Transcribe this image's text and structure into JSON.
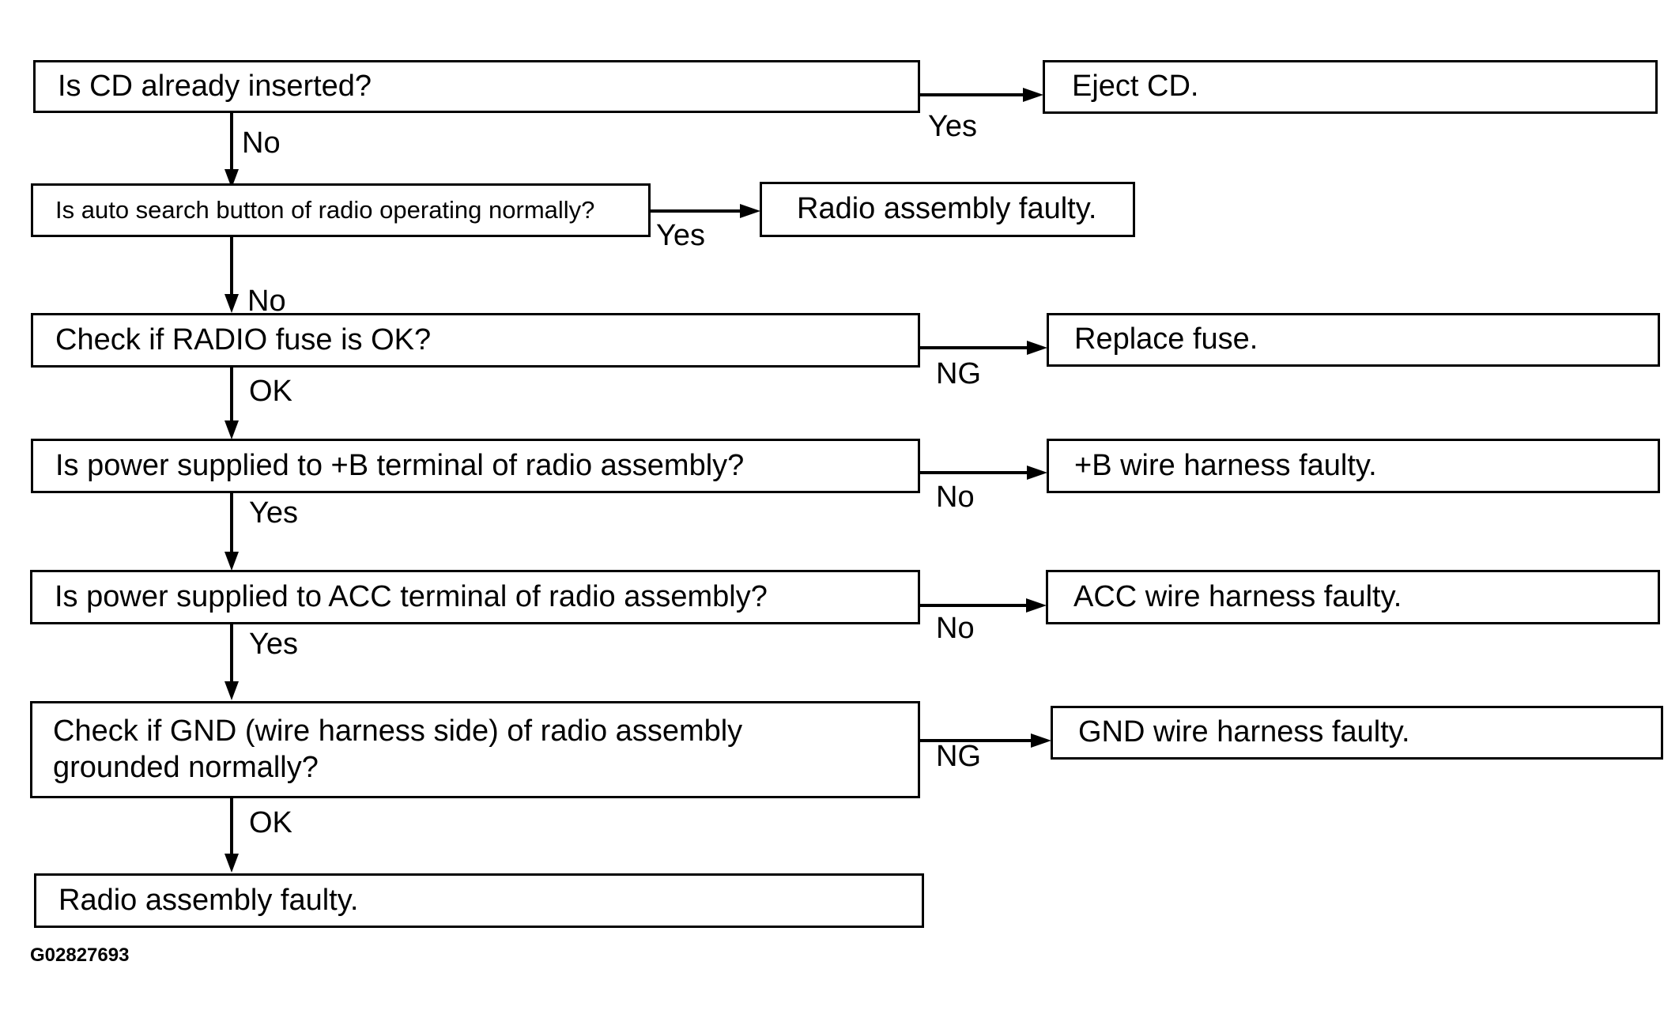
{
  "nodes": {
    "q_cd_inserted": "Is CD already inserted?",
    "eject_cd": "Eject CD.",
    "q_auto_search": "Is auto search button of radio operating normally?",
    "radio_faulty_1": "Radio assembly faulty.",
    "q_radio_fuse": "Check if RADIO fuse is OK?",
    "replace_fuse": "Replace fuse.",
    "q_b_power": "Is power supplied to +B terminal of radio assembly?",
    "b_wire_faulty": "+B wire harness faulty.",
    "q_acc_power": "Is power supplied to ACC terminal of radio assembly?",
    "acc_wire_faulty": "ACC wire harness faulty.",
    "q_gnd_line1": "Check if GND (wire harness side) of radio assembly",
    "q_gnd_line2": "grounded normally?",
    "gnd_wire_faulty": "GND wire harness faulty.",
    "radio_faulty_2": "Radio assembly faulty."
  },
  "edge_labels": {
    "cd_yes": "Yes",
    "cd_no": "No",
    "auto_yes": "Yes",
    "auto_no": "No",
    "fuse_ng": "NG",
    "fuse_ok": "OK",
    "b_no": "No",
    "b_yes": "Yes",
    "acc_no": "No",
    "acc_yes": "Yes",
    "gnd_ng": "NG",
    "gnd_ok": "OK"
  },
  "figure_id": "G02827693"
}
